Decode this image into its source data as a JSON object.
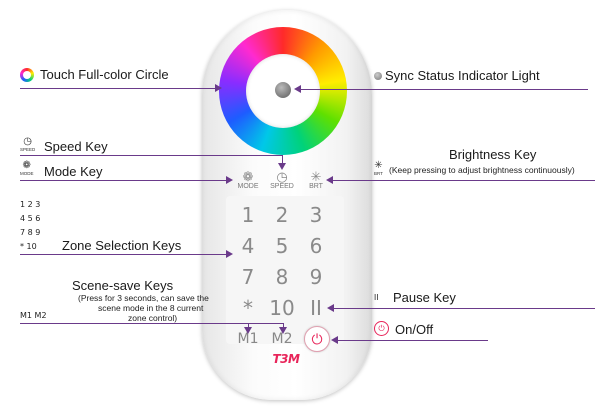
{
  "labels": {
    "touch_circle": "Touch Full-color Circle",
    "sync": "Sync Status Indicator Light",
    "speed": "Speed Key",
    "mode": "Mode Key",
    "brightness": "Brightness Key",
    "brightness_note": "(Keep pressing to adjust brightness continuously)",
    "zone": "Zone Selection Keys",
    "scene": "Scene-save Keys",
    "scene_note_1": "(Press for 3 seconds, can save the",
    "scene_note_2": "scene mode in the 8 current",
    "scene_note_3": "zone control)",
    "pause": "Pause Key",
    "onoff": "On/Off"
  },
  "legend": {
    "speed_sub": "SPEED",
    "mode_sub": "MODE",
    "bright_sub": "BRT",
    "zone_keys": [
      "1 2 3",
      "4 5 6",
      "7 8 9",
      "* 10"
    ],
    "scene_keys": "M1 M2",
    "pause_icon": "II"
  },
  "remote": {
    "top_keys": [
      {
        "icon": "mode-icon",
        "label": "MODE"
      },
      {
        "icon": "speed-icon",
        "label": "SPEED"
      },
      {
        "icon": "brightness-icon",
        "label": "BRT"
      }
    ],
    "keys": [
      "1",
      "2",
      "3",
      "4",
      "5",
      "6",
      "7",
      "8",
      "9",
      "*",
      "10",
      "II"
    ],
    "m1": "M1",
    "m2": "M2",
    "logo": "T3M"
  },
  "colors": {
    "accent_line": "#6a3a8a",
    "power": "#e8255a"
  }
}
